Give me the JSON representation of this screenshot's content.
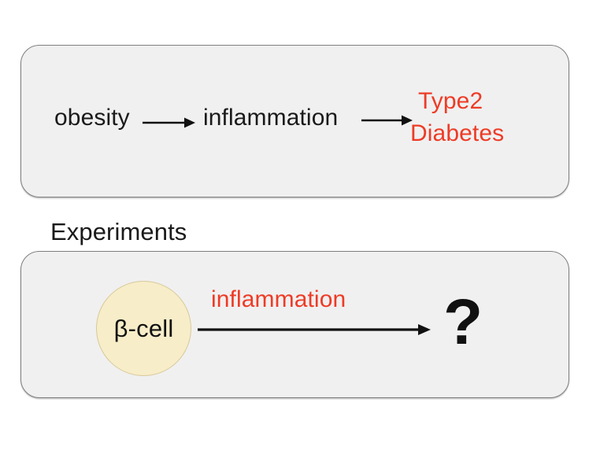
{
  "figure": {
    "background_color": "#FFFFFF",
    "panel_fill": "#F0F0F0",
    "panel_border": "#7F7F7F",
    "accent_red": "#EE3B26",
    "cell_fill": "#F7EDC8",
    "cell_border": "#D8C99A",
    "text_color": "#1A1A1A"
  },
  "concept_panel": {
    "nodes": [
      {
        "id": "obesity",
        "label": "obesity",
        "color": "#1A1A1A"
      },
      {
        "id": "inflammation",
        "label": "inflammation",
        "color": "#1A1A1A"
      },
      {
        "id": "type2-diabetes",
        "label_line1": "Type2",
        "label_line2": "Diabetes",
        "color": "#EE3B26"
      }
    ],
    "arrows": [
      {
        "id": "obesity-to-inflammation",
        "from": "obesity",
        "to": "inflammation",
        "style": "solid-arrow-right"
      },
      {
        "id": "inflammation-to-type2-diabetes",
        "from": "inflammation",
        "to": "type2-diabetes",
        "style": "solid-arrow-right"
      }
    ]
  },
  "experiments_section": {
    "heading": "Experiments",
    "panel": {
      "source": {
        "id": "beta-cell",
        "label": "β-cell",
        "shape": "circle"
      },
      "arrow": {
        "id": "beta-cell-to-result",
        "label": "inflammation",
        "label_color": "#EE3B26",
        "style": "solid-arrow-right"
      },
      "result": {
        "id": "unknown-outcome",
        "label": "?"
      }
    }
  }
}
